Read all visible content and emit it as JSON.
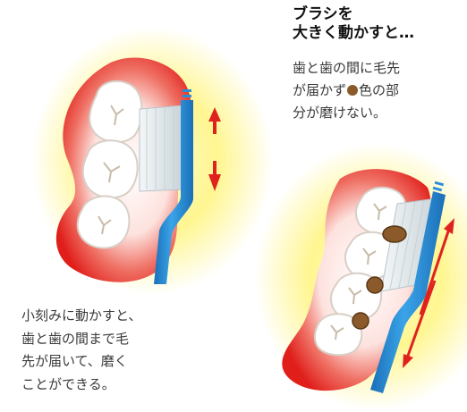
{
  "top_caption": {
    "title_line1": "ブラシを",
    "title_line2": "大きく動かすと…",
    "desc_line1": "歯と歯の間に毛先",
    "desc_line2_a": "が届かず",
    "desc_line2_b": "色の部",
    "desc_line3": "分が磨けない。"
  },
  "bottom_caption": {
    "line1": "小刻みに動かすと、",
    "line2": "歯と歯の間まで毛",
    "line3": "先が届いて、磨く",
    "line4": "ことができる。"
  },
  "colors": {
    "plaque": "#8b5a2b",
    "gum_red": "#e52620",
    "glow_yellow": "#fff380",
    "brush_blue": "#2a8fd6",
    "arrow_red": "#e0221e"
  },
  "icons": {
    "small_strokes_arrow": "up-down-arrow-icon",
    "large_strokes_arrow": "diagonal-double-arrow-icon",
    "plaque_marker": "brown-dot-icon"
  }
}
